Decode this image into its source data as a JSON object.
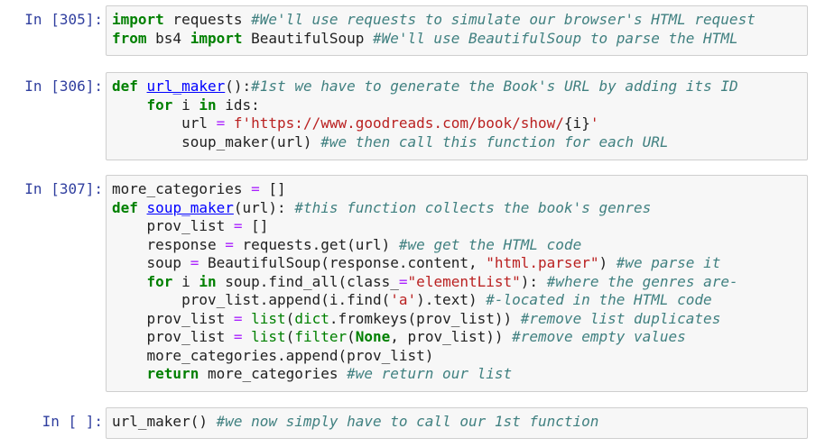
{
  "cells": [
    {
      "prompt": "In [305]:",
      "lines": [
        [
          [
            "k",
            "import"
          ],
          [
            "t",
            " requests "
          ],
          [
            "c",
            "#We'll use requests to simulate our browser's HTML request"
          ]
        ],
        [
          [
            "k",
            "from"
          ],
          [
            "t",
            " bs4 "
          ],
          [
            "k",
            "import"
          ],
          [
            "t",
            " BeautifulSoup "
          ],
          [
            "c",
            "#We'll use BeautifulSoup to parse the HTML"
          ]
        ]
      ]
    },
    {
      "prompt": "In [306]:",
      "lines": [
        [
          [
            "k",
            "def"
          ],
          [
            "t",
            " "
          ],
          [
            "fu",
            "url_maker"
          ],
          [
            "t",
            "():"
          ],
          [
            "c",
            "#1st we have to generate the Book's URL by adding its ID"
          ]
        ],
        [
          [
            "t",
            "    "
          ],
          [
            "k",
            "for"
          ],
          [
            "t",
            " i "
          ],
          [
            "k",
            "in"
          ],
          [
            "t",
            " ids:"
          ]
        ],
        [
          [
            "t",
            "        url "
          ],
          [
            "o",
            "="
          ],
          [
            "t",
            " "
          ],
          [
            "s",
            "f'https://www.goodreads.com/book/show/"
          ],
          [
            "t",
            "{i}"
          ],
          [
            "s",
            "'"
          ]
        ],
        [
          [
            "t",
            "        soup_maker(url) "
          ],
          [
            "c",
            "#we then call this function for each URL"
          ]
        ]
      ]
    },
    {
      "prompt": "In [307]:",
      "lines": [
        [
          [
            "t",
            "more_categories "
          ],
          [
            "o",
            "="
          ],
          [
            "t",
            " []"
          ]
        ],
        [
          [
            "k",
            "def"
          ],
          [
            "t",
            " "
          ],
          [
            "fu",
            "soup_maker"
          ],
          [
            "t",
            "(url): "
          ],
          [
            "c",
            "#this function collects the book's genres"
          ]
        ],
        [
          [
            "t",
            "    prov_list "
          ],
          [
            "o",
            "="
          ],
          [
            "t",
            " []"
          ]
        ],
        [
          [
            "t",
            "    response "
          ],
          [
            "o",
            "="
          ],
          [
            "t",
            " requests.get(url) "
          ],
          [
            "c",
            "#we get the HTML code"
          ]
        ],
        [
          [
            "t",
            "    soup "
          ],
          [
            "o",
            "="
          ],
          [
            "t",
            " BeautifulSoup(response.content, "
          ],
          [
            "s",
            "\"html.parser\""
          ],
          [
            "t",
            ") "
          ],
          [
            "c",
            "#we parse it"
          ]
        ],
        [
          [
            "t",
            "    "
          ],
          [
            "k",
            "for"
          ],
          [
            "t",
            " i "
          ],
          [
            "k",
            "in"
          ],
          [
            "t",
            " soup.find_all(class_"
          ],
          [
            "o",
            "="
          ],
          [
            "s",
            "\"elementList\""
          ],
          [
            "t",
            "): "
          ],
          [
            "c",
            "#where the genres are-"
          ]
        ],
        [
          [
            "t",
            "        prov_list.append(i.find("
          ],
          [
            "s",
            "'a'"
          ],
          [
            "t",
            ").text) "
          ],
          [
            "c",
            "#-located in the HTML code"
          ]
        ],
        [
          [
            "t",
            "    prov_list "
          ],
          [
            "o",
            "="
          ],
          [
            "t",
            " "
          ],
          [
            "b",
            "list"
          ],
          [
            "t",
            "("
          ],
          [
            "b",
            "dict"
          ],
          [
            "t",
            ".fromkeys(prov_list)) "
          ],
          [
            "c",
            "#remove list duplicates"
          ]
        ],
        [
          [
            "t",
            "    prov_list "
          ],
          [
            "o",
            "="
          ],
          [
            "t",
            " "
          ],
          [
            "b",
            "list"
          ],
          [
            "t",
            "("
          ],
          [
            "b",
            "filter"
          ],
          [
            "t",
            "("
          ],
          [
            "k",
            "None"
          ],
          [
            "t",
            ", prov_list)) "
          ],
          [
            "c",
            "#remove empty values"
          ]
        ],
        [
          [
            "t",
            "    more_categories.append(prov_list)"
          ]
        ],
        [
          [
            "t",
            "    "
          ],
          [
            "k",
            "return"
          ],
          [
            "t",
            " more_categories "
          ],
          [
            "c",
            "#we return our list"
          ]
        ]
      ]
    },
    {
      "prompt": "In [ ]:",
      "lines": [
        [
          [
            "t",
            "url_maker() "
          ],
          [
            "c",
            "#we now simply have to call our 1st function"
          ]
        ]
      ]
    }
  ]
}
